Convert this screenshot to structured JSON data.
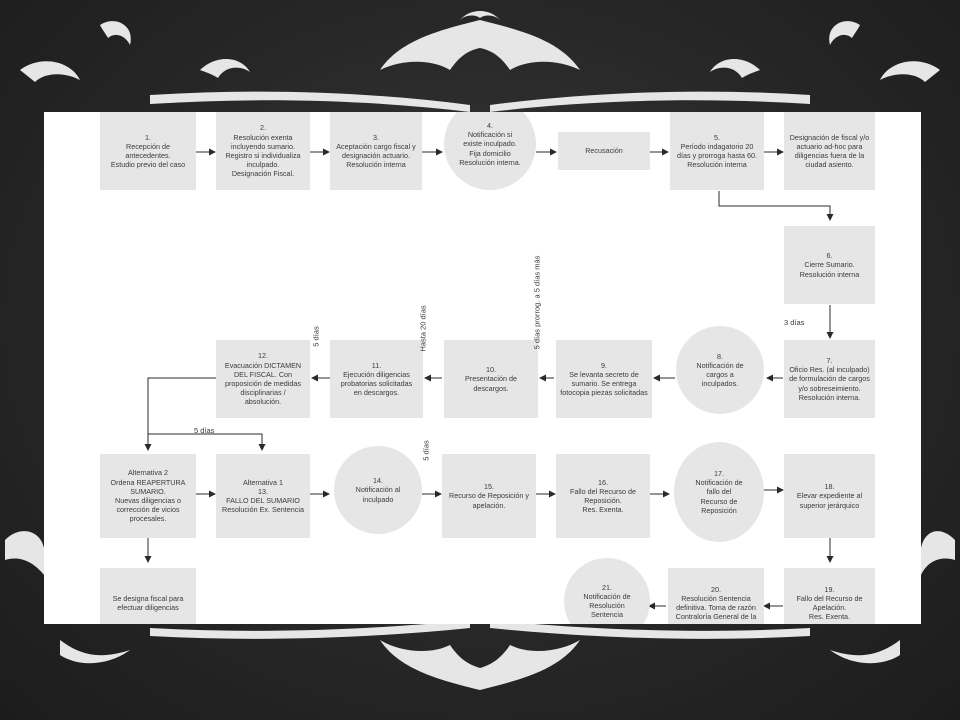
{
  "theme": {
    "background": "#2b2b2b",
    "ornament": "#e6e6e6",
    "node_fill": "#e6e6e6",
    "arrow": "#2a2a2a",
    "text": "#3b3b3b"
  },
  "decoration": {
    "ornament_icon": "baroque-scroll-ornament"
  },
  "nodes": {
    "n1": "1.\nRecepción de\nantecedentes.\nEstudio previo del caso",
    "n2": "2.\nResolución exenta\nincluyendo sumario.\nRegistro si individualiza\ninculpado.\nDesignación Fiscal.",
    "n3": "3.\nAceptación cargo fiscal y\ndesignación actuario.\nResolución interna",
    "n4": "4.\nNotificación si\nexiste inculpado.\nFija domicilio\nResolución interna.",
    "recusacion": "Recusación",
    "n5": "5.\nPeríodo indagatorio 20\ndías y prorroga hasta 60.\nResolución interna",
    "desig": "Designación de fiscal y/o\nactuario ad-hoc para\ndiligencias fuera de la\nciudad asiento.",
    "n6": "6.\nCierre Sumario.\nResolución interna",
    "n7": "7.\nOficio Res. (al inculpado)\nde formulación de cargos\ny/o sobreseimiento.\nResolución interna.",
    "n8": "8.\nNotificación de\ncargos a\ninculpados.",
    "n9": "9.\nSe levanta secreto de\nsumario. Se entrega\nfotocopia piezas solicitadas",
    "n10": "10.\nPresentación de\ndescargos.",
    "n11": "11.\nEjecución diligencias\nprobatorias solicitadas\nen descargos.",
    "n12": "12.\nEvacuación DICTAMEN\nDEL FISCAL. Con\nproposición de medidas\ndisciplinarias /\nabsolución.",
    "alt2": "Alternativa 2\nOrdena REAPERTURA\nSUMARIO.\nNuevas diligencias o\ncorrección de vicios\nprocesales.",
    "alt1": "Alternativa 1\n13.\nFALLO DEL SUMARIO\nResolución Ex. Sentencia",
    "n14": "14.\nNotificación al\ninculpado",
    "n15": "15.\nRecurso de Reposición y\napelación.",
    "n16": "16.\nFallo del Recurso de\nReposición.\nRes. Exenta.",
    "n17": "17.\nNotificación de\nfallo del\nRecurso de\nReposición",
    "n18": "18.\nElevar expediente al\nsuperior jerárquico",
    "n19": "19.\nFallo del Recurso de\nApelación.\nRes. Exenta.",
    "n20": "20.\nResolución Sentencia\ndefinitiva. Toma de razón\nContraloría General de la",
    "n21": "21.\nNotificación de\nResolución\nSentencia",
    "fiscal": "Se designa fiscal para\nefectuar diligencias"
  },
  "labels": {
    "tres_dias": "3 días",
    "cinco_dias_a": "5 días",
    "cinco_dias_b": "5 días",
    "cinco_dias_c": "5 días",
    "hasta_20": "Hasta 20 días",
    "prorroga": "5 días prorrog. a 5 días más"
  }
}
